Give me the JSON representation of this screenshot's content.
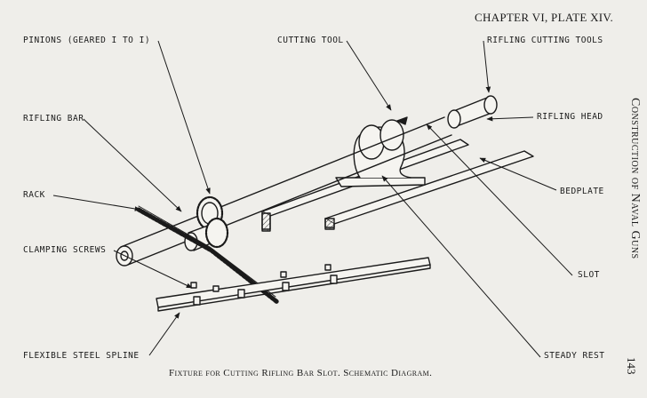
{
  "header": {
    "chapter": "CHAPTER VI, PLATE XIV."
  },
  "side_title": "Construction of Naval Guns",
  "page_number": "143",
  "caption": "Fixture for Cutting Rifling Bar Slot. Schematic Diagram.",
  "labels": {
    "pinions": "PINIONS (GEARED I TO I)",
    "cutting_tool": "CUTTING TOOL",
    "rifling_cutting_tools": "RIFLING CUTTING TOOLS",
    "rifling_bar": "RIFLING BAR",
    "rifling_head": "RIFLING HEAD",
    "bedplate": "BEDPLATE",
    "rack": "RACK",
    "clamping_screws": "CLAMPING SCREWS",
    "slot": "SLOT",
    "flexible_steel_spline": "FLEXIBLE STEEL SPLINE",
    "steady_rest": "STEADY REST"
  }
}
